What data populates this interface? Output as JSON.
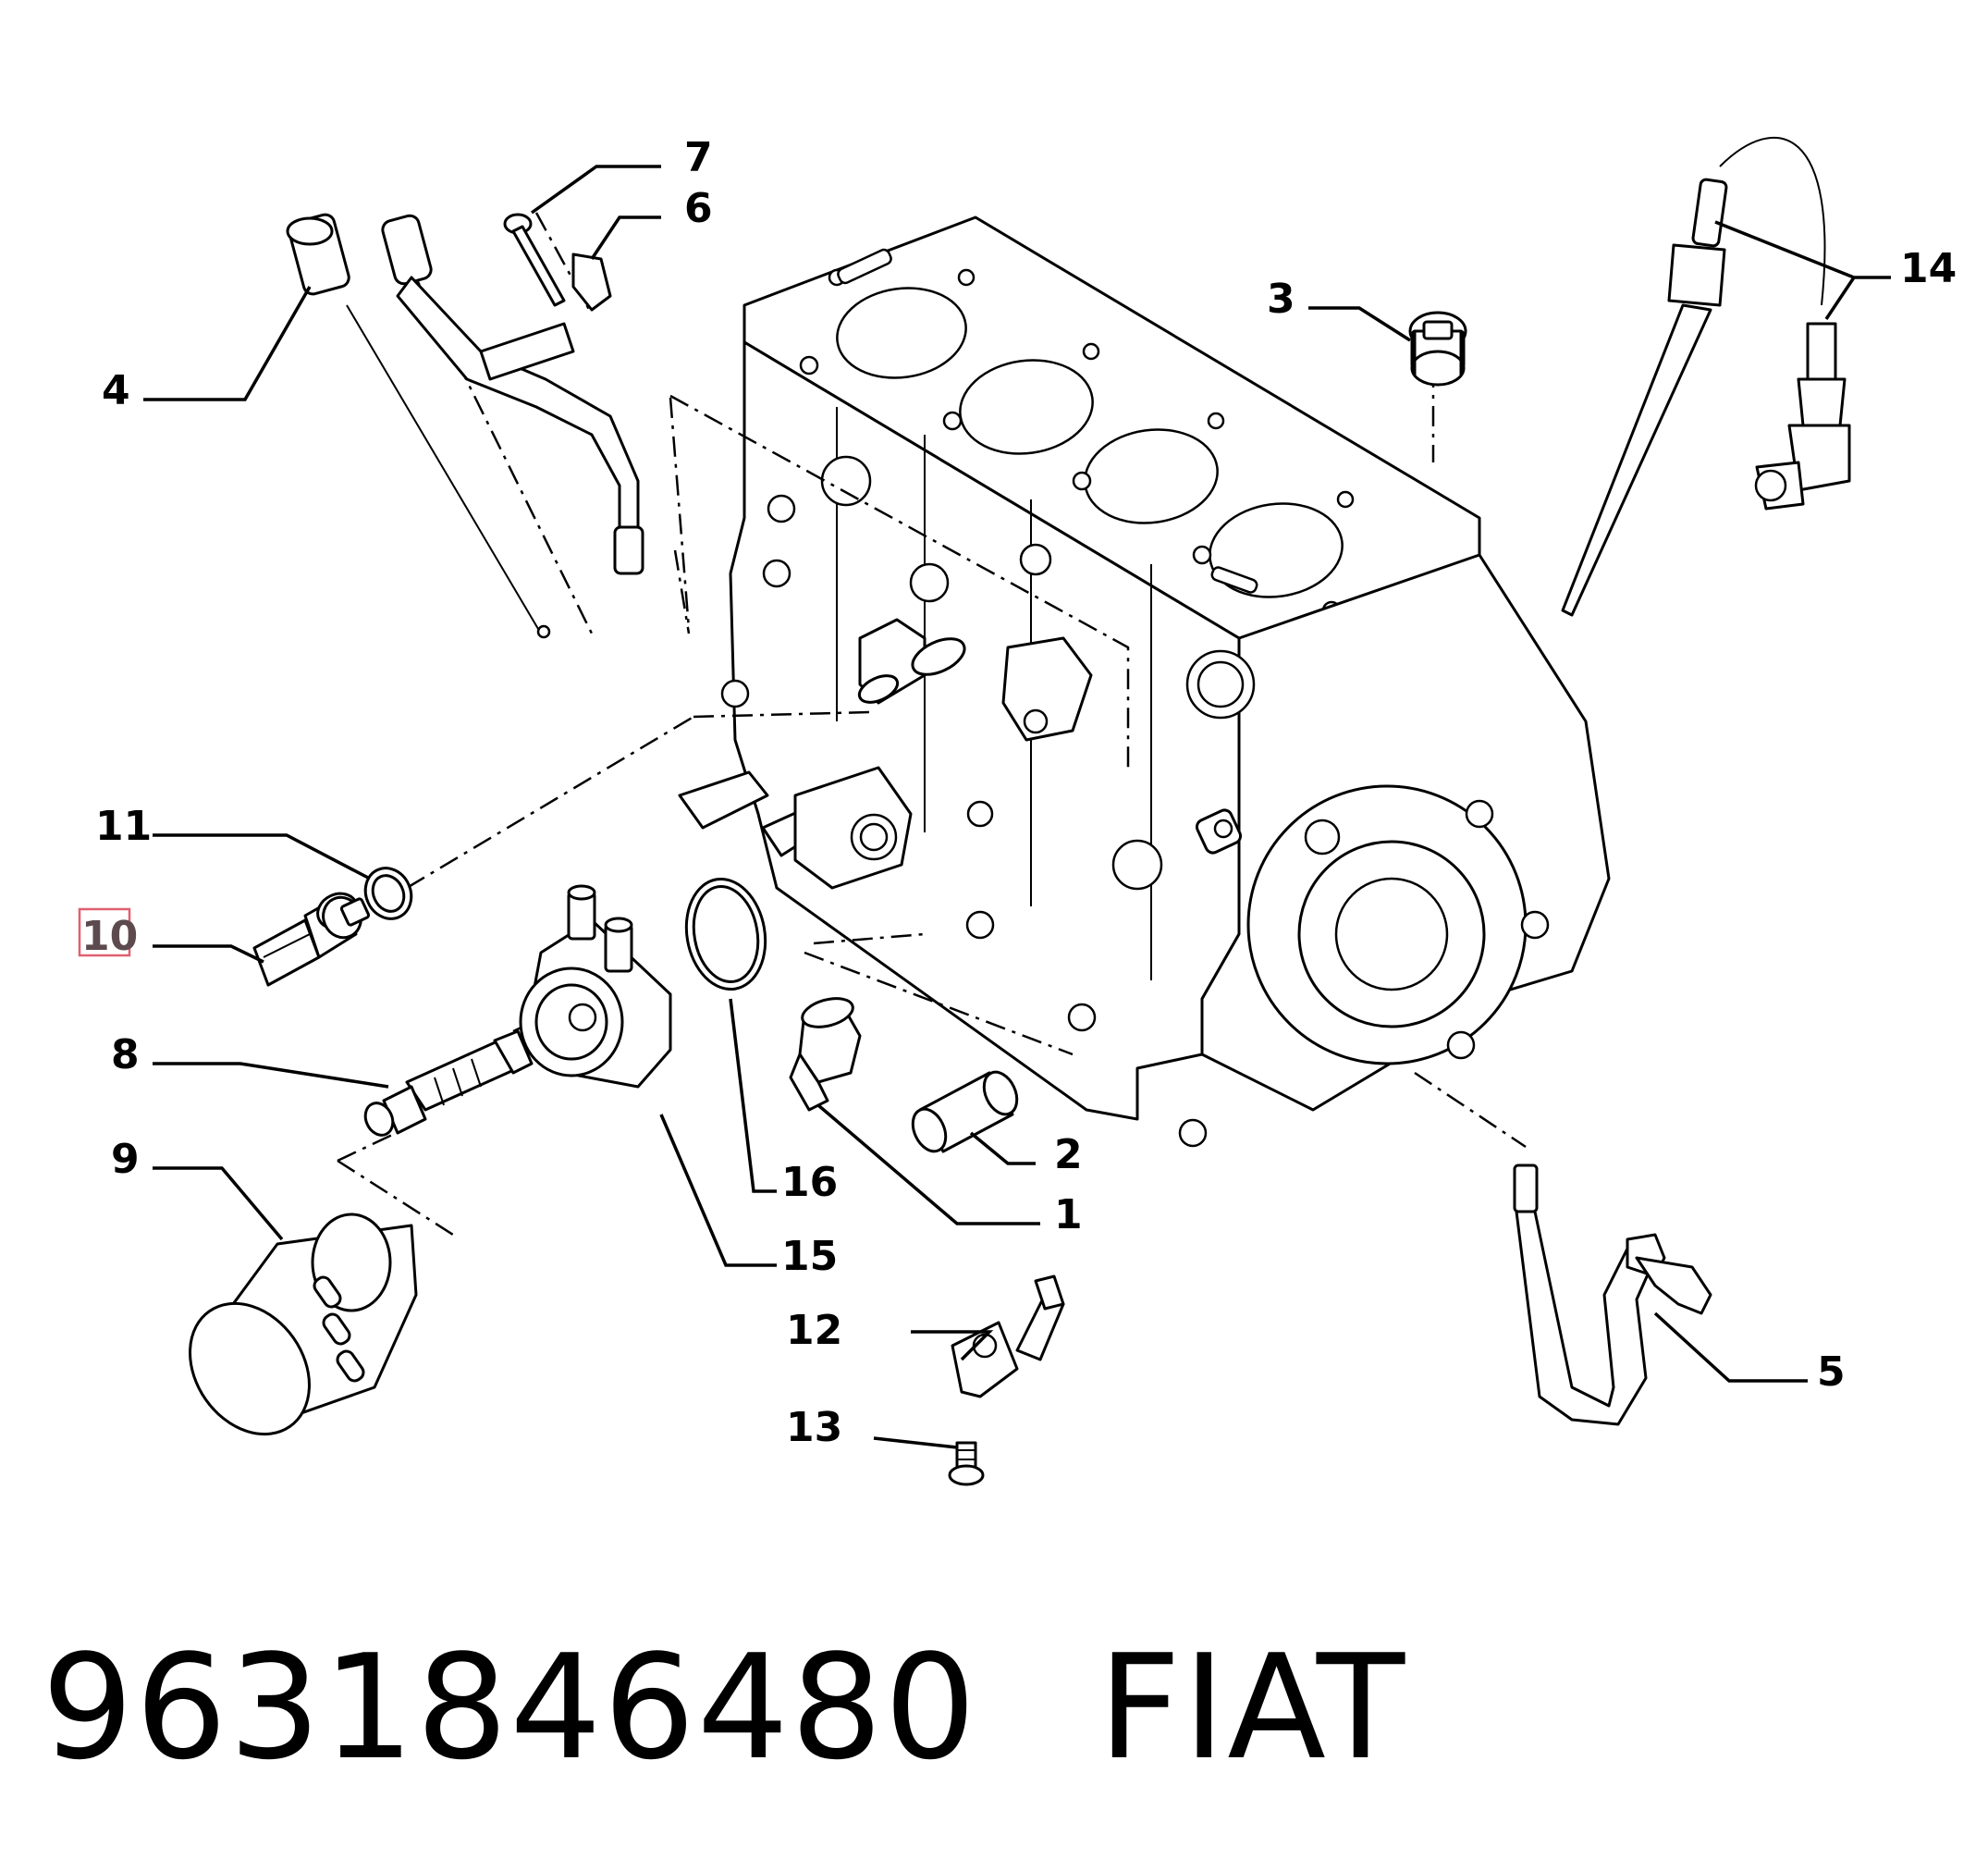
{
  "callouts": {
    "c1": "1",
    "c2": "2",
    "c3": "3",
    "c4": "4",
    "c5": "5",
    "c6": "6",
    "c7": "7",
    "c8": "8",
    "c9": "9",
    "c10": "10",
    "c11": "11",
    "c12": "12",
    "c13": "13",
    "c14": "14",
    "c15": "15",
    "c16": "16"
  },
  "highlight": {
    "callout": "10",
    "color": "#e06070"
  },
  "footer": {
    "part_number": "9631846480",
    "brand": "FIAT"
  },
  "colors": {
    "line": "#000000",
    "background": "#ffffff"
  }
}
